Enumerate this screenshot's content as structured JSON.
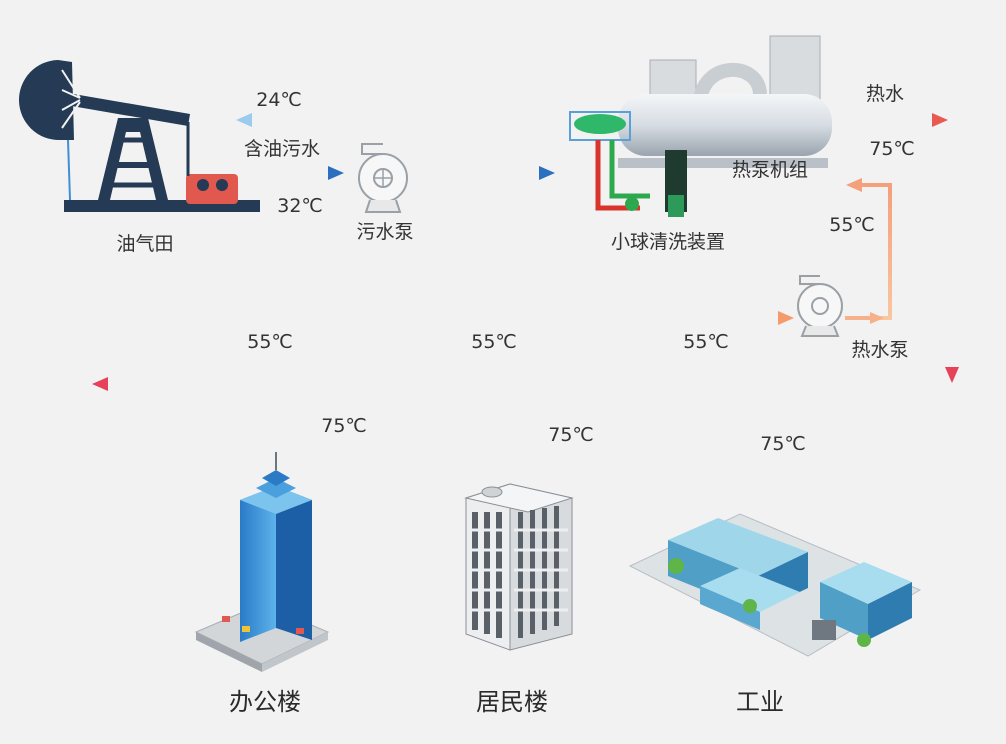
{
  "nodes": {
    "oilfield": "油气田",
    "sewage_pump": "污水泵",
    "ball_cleaner": "小球清洗装置",
    "heat_pump_unit": "热泵机组",
    "hot_water_pump": "热水泵",
    "office": "办公楼",
    "residential": "居民楼",
    "industry": "工业"
  },
  "flows": {
    "oily_wastewater": "含油污水",
    "hot_water": "热水"
  },
  "temperatures": {
    "return_to_field": "24℃",
    "wastewater_in": "32℃",
    "hot_out": "75℃",
    "return_in": "55℃",
    "office_return": "55℃",
    "office_supply": "75℃",
    "residential_return": "55℃",
    "residential_supply": "75℃",
    "industry_return": "55℃",
    "industry_supply": "75℃"
  },
  "colors": {
    "background": "#f2f2f2",
    "cold_flow": "#3d8fd6",
    "warm_flow": "#f4a35a",
    "hot_flow": "#e84a5f"
  }
}
